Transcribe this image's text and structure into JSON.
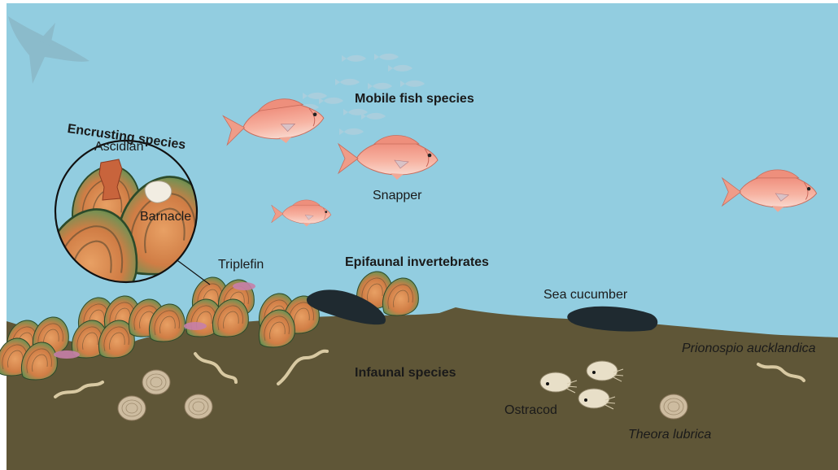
{
  "labels": {
    "encrusting": "Encrusting species",
    "ascidian": "Ascidian",
    "barnacle": "Barnacle",
    "mobile_fish": "Mobile fish species",
    "snapper": "Snapper",
    "triplefin": "Triplefin",
    "epifaunal": "Epifaunal invertebrates",
    "sea_cucumber": "Sea cucumber",
    "infaunal": "Infaunal species",
    "prionospio": "Prionospio aucklandica",
    "ostracod": "Ostracod",
    "theora": "Theora lubrica"
  },
  "colors": {
    "water": "#92cde0",
    "sediment": "#5f5637",
    "mussel_rim_green": "#5f9c3a",
    "mussel_body_orange": "#d98547",
    "snapper_pink": "#f2a892",
    "sea_cucumber": "#1f2a30",
    "ascidian": "#c8643c",
    "worm": "#d8c9a2",
    "clam": "#cdbca0"
  }
}
